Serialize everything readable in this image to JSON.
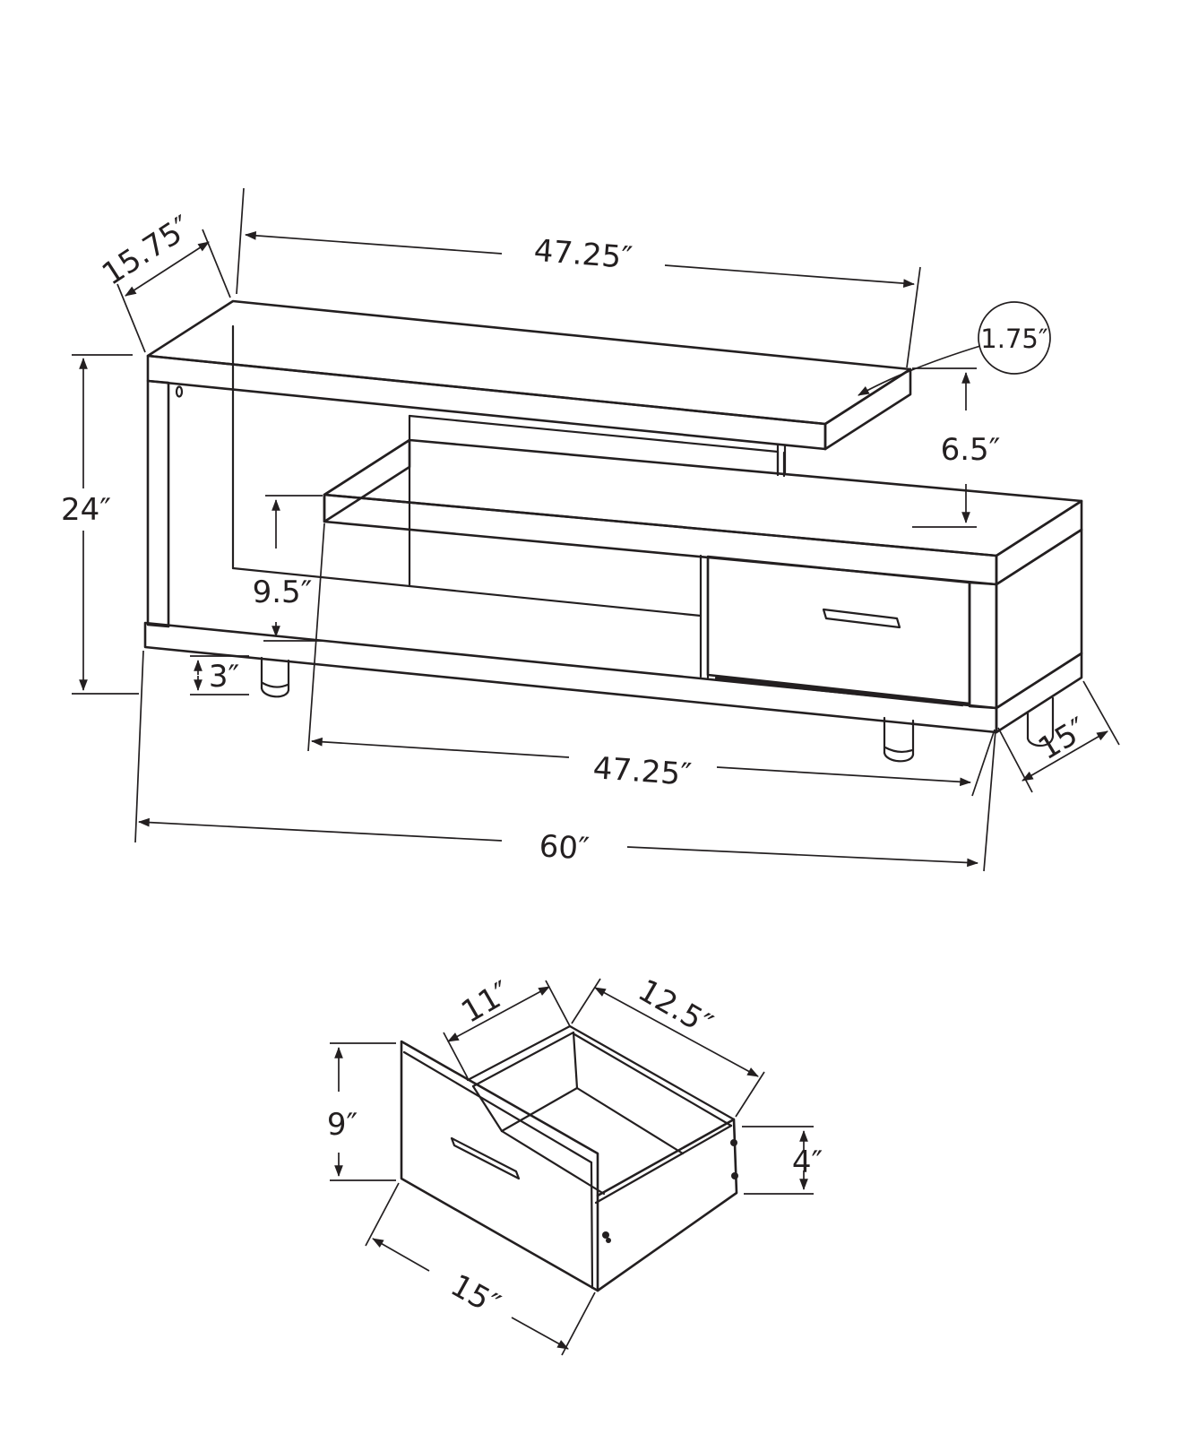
{
  "figure": {
    "kind": "furniture dimension diagram",
    "views": [
      "tv stand overall view",
      "drawer detail view"
    ],
    "line_color": "#231f20",
    "background_color": "#ffffff"
  },
  "main_view": {
    "labels": {
      "top_depth": "15.75″",
      "top_width": "47.25″",
      "top_thickness": "1.75″",
      "shelf_gap": "6.5″",
      "overall_height": "24″",
      "compartment_height": "9.5″",
      "leg_height": "3″",
      "lower_width": "47.25″",
      "overall_width": "60″",
      "depth": "15″"
    }
  },
  "drawer_view": {
    "labels": {
      "inner_depth": "11″",
      "inner_width": "12.5″",
      "front_height": "9″",
      "side_height": "4″",
      "front_width": "15″"
    }
  }
}
